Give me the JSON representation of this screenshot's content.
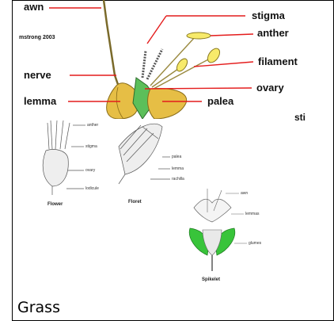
{
  "top_diagram": {
    "credit": "mstrong 2003",
    "labels": {
      "awn": "awn",
      "stigma": "stigma",
      "anther": "anther",
      "filament": "filament",
      "nerve": "nerve",
      "ovary": "ovary",
      "lemma": "lemma",
      "palea": "palea",
      "cut_off": "sti"
    }
  },
  "flower_sketch": {
    "caption": "Flower",
    "labels": [
      "anther",
      "stigma",
      "ovary",
      "lodicule"
    ]
  },
  "floret_sketch": {
    "caption": "Floret",
    "labels": [
      "palea",
      "lemma",
      "rachilla"
    ]
  },
  "spikelet_sketch": {
    "caption": "Spikelet",
    "labels": [
      "awn",
      "lemmas",
      "glumes"
    ],
    "glume_color": "#38c43a"
  },
  "colors": {
    "lemma_fill": "#e8c24a",
    "ovary_fill": "#5cbf5a",
    "anther_fill": "#f7ea6a",
    "pointer_red": "#e41c1c"
  },
  "caption": "Grass"
}
